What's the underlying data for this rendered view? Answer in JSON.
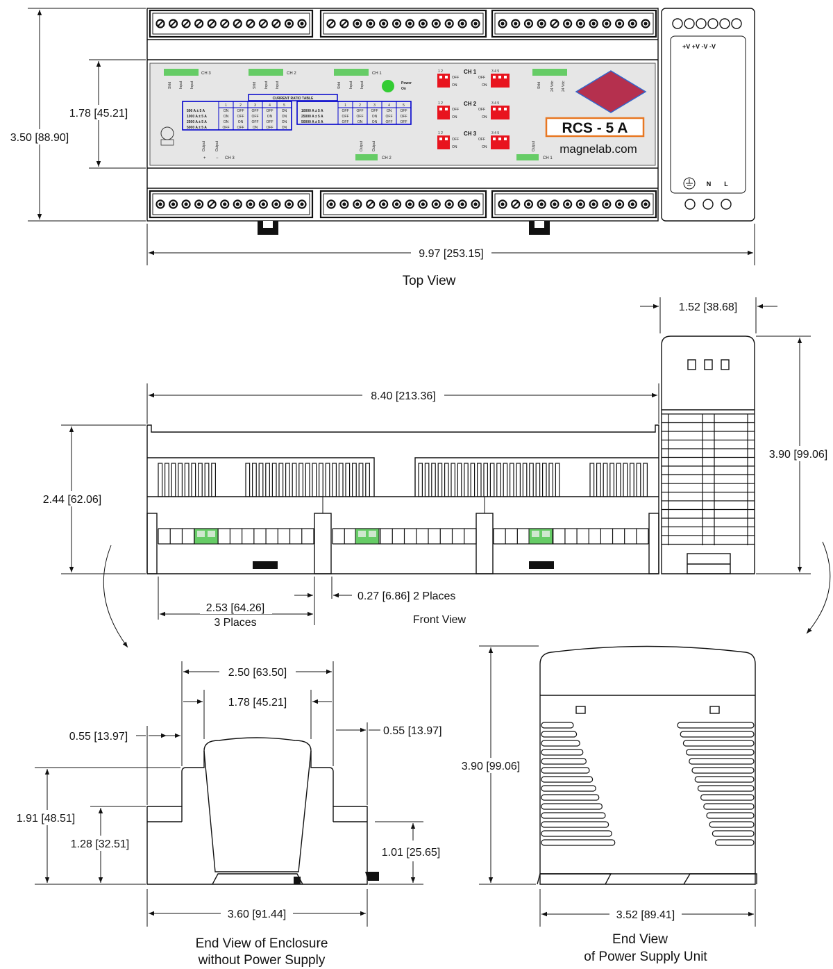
{
  "captions": {
    "top_view": "Top View",
    "front_view": "Front View",
    "end_view_enclosure_line1": "End View of Enclosure",
    "end_view_enclosure_line2": "without Power Supply",
    "end_view_psu_line1": "End View",
    "end_view_psu_line2": "of Power Supply Unit"
  },
  "dimensions": {
    "top_height": "3.50 [88.90]",
    "top_inner_height": "1.78 [45.21]",
    "top_width": "9.97 [253.15]",
    "psu_width": "1.52 [38.68]",
    "front_width": "8.40 [213.36]",
    "front_height": "2.44 [62.06]",
    "psu_height": "3.90 [99.06]",
    "module_pitch": "2.53 [64.26]",
    "module_pitch_note": "3 Places",
    "gap": "0.27 [6.86] 2 Places",
    "end_top_width": "2.50 [63.50]",
    "end_inner_width": "1.78 [45.21]",
    "end_left_step": "0.55 [13.97]",
    "end_right_step": "0.55 [13.97]",
    "end_total_height": "1.91 [48.51]",
    "end_step_height": "1.28 [32.51]",
    "end_foot_height": "1.01 [25.65]",
    "end_width": "3.60 [91.44]",
    "psu_end_height": "3.90 [99.06]",
    "psu_end_width": "3.52 [89.41]"
  },
  "panel": {
    "brand_box": "RCS - 5 A",
    "website": "magnelab.com",
    "psu_terminals_top": "+V +V -V -V",
    "psu_terminals_bottom_n": "N",
    "psu_terminals_bottom_l": "L",
    "ch1": "CH 1",
    "ch2": "CH 2",
    "ch3": "CH 3",
    "power_on_1": "Power",
    "power_on_2": "On",
    "current_ratio_table": "CURRENT RATIO TABLE",
    "switch_on": "ON",
    "switch_off": "OFF",
    "input": "Input",
    "shield": "Shld",
    "output": "Output",
    "vdc": "24 Vdc",
    "plus": "+",
    "minus": "−",
    "table_left_rows": [
      "500 A ± 5 A",
      "1000 A ± 5 A",
      "2500 A ± 5 A",
      "5000 A ± 5 A"
    ],
    "table_right_rows": [
      "10000 A ± 5 A",
      "25000 A ± 5 A",
      "50000 A ± 5 A"
    ],
    "table_cols": [
      "1",
      "2",
      "3",
      "4",
      "5"
    ],
    "left_switches": [
      [
        "ON",
        "OFF",
        "OFF",
        "OFF",
        "ON"
      ],
      [
        "ON",
        "OFF",
        "OFF",
        "ON",
        "ON"
      ],
      [
        "ON",
        "ON",
        "OFF",
        "OFF",
        "ON"
      ],
      [
        "OFF",
        "OFF",
        "ON",
        "OFF",
        "ON"
      ]
    ],
    "right_switches": [
      [
        "OFF",
        "OFF",
        "OFF",
        "ON",
        "OFF"
      ],
      [
        "OFF",
        "OFF",
        "ON",
        "OFF",
        "OFF"
      ],
      [
        "OFF",
        "ON",
        "ON",
        "OFF",
        "OFF"
      ]
    ],
    "dip_a": "1  2",
    "dip_b": "3  4  5"
  },
  "colors": {
    "panel_bg": "#e6e6e6",
    "table_border": "#0000cc",
    "dip_red": "#e8141e",
    "led_green": "#33cc33",
    "connector_green": "#66cc66",
    "brand_border": "#e87722",
    "logo_fill": "#b5304e"
  }
}
